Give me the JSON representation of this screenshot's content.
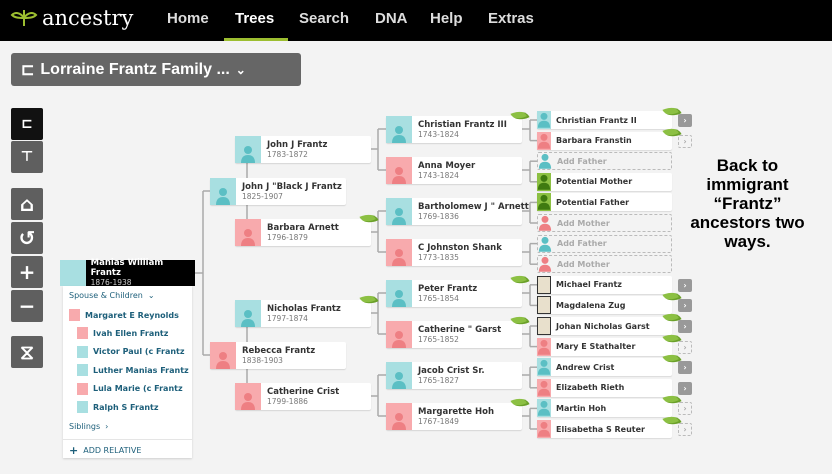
{
  "nav": {
    "logo": "ancestry",
    "items": [
      "Home",
      "Trees",
      "Search",
      "DNA",
      "Help",
      "Extras"
    ],
    "active": "Trees"
  },
  "tree_selector": {
    "label": "Lorraine Frantz Family ..."
  },
  "tools": [
    "pedigree-view",
    "family-view",
    "home",
    "reset",
    "zoom-in",
    "zoom-out",
    "dna"
  ],
  "focus": {
    "name": "Manias William Frantz",
    "dates": "1876-1938"
  },
  "panel": {
    "spouse_children_label": "Spouse & Children",
    "spouse": "Margaret E Reynolds",
    "children": [
      {
        "name": "Ivah Ellen Frantz",
        "sex": "f"
      },
      {
        "name": "Victor Paul (c Frantz",
        "sex": "m"
      },
      {
        "name": "Luther Manias Frantz",
        "sex": "m"
      },
      {
        "name": "Lula Marie (c Frantz",
        "sex": "f"
      },
      {
        "name": "Ralph S Frantz",
        "sex": "m"
      }
    ],
    "siblings_label": "Siblings",
    "add_relative_label": "ADD RELATIVE"
  },
  "gen2": [
    {
      "name": "John J \"Black J Frantz",
      "dates": "1825-1907",
      "sex": "m"
    },
    {
      "name": "Rebecca Frantz",
      "dates": "1838-1903",
      "sex": "f"
    }
  ],
  "gen3": [
    {
      "name": "John J Frantz",
      "dates": "1783-1872",
      "sex": "m",
      "leaf": false
    },
    {
      "name": "Barbara Arnett",
      "dates": "1796-1879",
      "sex": "f",
      "leaf": true
    },
    {
      "name": "Nicholas Frantz",
      "dates": "1797-1874",
      "sex": "m",
      "leaf": true
    },
    {
      "name": "Catherine Crist",
      "dates": "1799-1886",
      "sex": "f",
      "leaf": false
    }
  ],
  "gen4": [
    {
      "name": "Christian Frantz III",
      "dates": "1743-1824",
      "sex": "m",
      "leaf": true
    },
    {
      "name": "Anna Moyer",
      "dates": "1743-1824",
      "sex": "f",
      "leaf": false
    },
    {
      "name": "Bartholomew J \" Arnett",
      "dates": "1769-1836",
      "sex": "m",
      "leaf": false
    },
    {
      "name": "C Johnston Shank",
      "dates": "1773-1835",
      "sex": "f",
      "leaf": false
    },
    {
      "name": "Peter Frantz",
      "dates": "1765-1854",
      "sex": "m",
      "leaf": true
    },
    {
      "name": "Catherine \" Garst",
      "dates": "1765-1852",
      "sex": "f",
      "leaf": true
    },
    {
      "name": "Jacob Crist Sr.",
      "dates": "1765-1827",
      "sex": "m",
      "leaf": false
    },
    {
      "name": "Margarette Hoh",
      "dates": "1767-1849",
      "sex": "f",
      "leaf": true
    }
  ],
  "gen5": [
    {
      "name": "Christian Frantz II",
      "type": "m",
      "leaf": true,
      "arrow": "solid"
    },
    {
      "name": "Barbara Franstin",
      "type": "f",
      "leaf": true,
      "arrow": "dashed"
    },
    {
      "name": "Add Father",
      "type": "add-m",
      "leaf": false,
      "arrow": "none"
    },
    {
      "name": "Potential Mother",
      "type": "potential",
      "leaf": false,
      "arrow": "none"
    },
    {
      "name": "Potential Father",
      "type": "potential",
      "leaf": false,
      "arrow": "none"
    },
    {
      "name": "Add Mother",
      "type": "add-f",
      "leaf": false,
      "arrow": "none"
    },
    {
      "name": "Add Father",
      "type": "add-m",
      "leaf": false,
      "arrow": "none"
    },
    {
      "name": "Add Mother",
      "type": "add-f",
      "leaf": false,
      "arrow": "none"
    },
    {
      "name": "Michael Frantz",
      "type": "photo",
      "leaf": false,
      "arrow": "solid"
    },
    {
      "name": "Magdalena Zug",
      "type": "photo",
      "leaf": true,
      "arrow": "solid"
    },
    {
      "name": "Johan Nicholas Garst",
      "type": "photo",
      "leaf": true,
      "arrow": "solid"
    },
    {
      "name": "Mary E Stathalter",
      "type": "f",
      "leaf": true,
      "arrow": "dashed"
    },
    {
      "name": "Andrew Crist",
      "type": "m",
      "leaf": true,
      "arrow": "solid"
    },
    {
      "name": "Elizabeth Rieth",
      "type": "f",
      "leaf": false,
      "arrow": "solid"
    },
    {
      "name": "Martin Hoh",
      "type": "m",
      "leaf": true,
      "arrow": "dashed"
    },
    {
      "name": "Elisabetha S Reuter",
      "type": "f",
      "leaf": true,
      "arrow": "dashed"
    }
  ],
  "annotation": "Back to immigrant “Frantz” ancestors two ways.",
  "colors": {
    "male_bg": "#a8dfe1",
    "female_bg": "#f8aaad",
    "accent": "#9cbe30",
    "link": "#1d5f7a"
  }
}
